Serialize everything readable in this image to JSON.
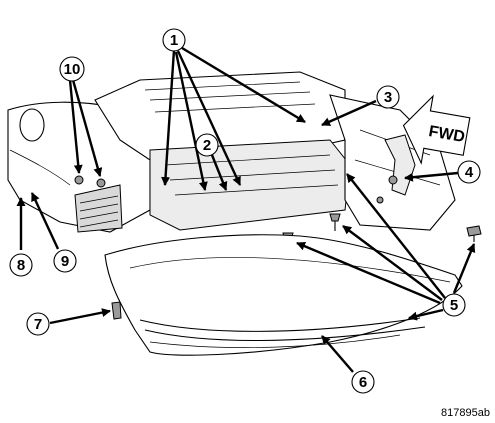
{
  "diagram": {
    "figure_id": "817895ab",
    "direction_label": "FWD",
    "callouts": [
      "1",
      "2",
      "3",
      "4",
      "5",
      "6",
      "7",
      "8",
      "9",
      "10"
    ]
  }
}
